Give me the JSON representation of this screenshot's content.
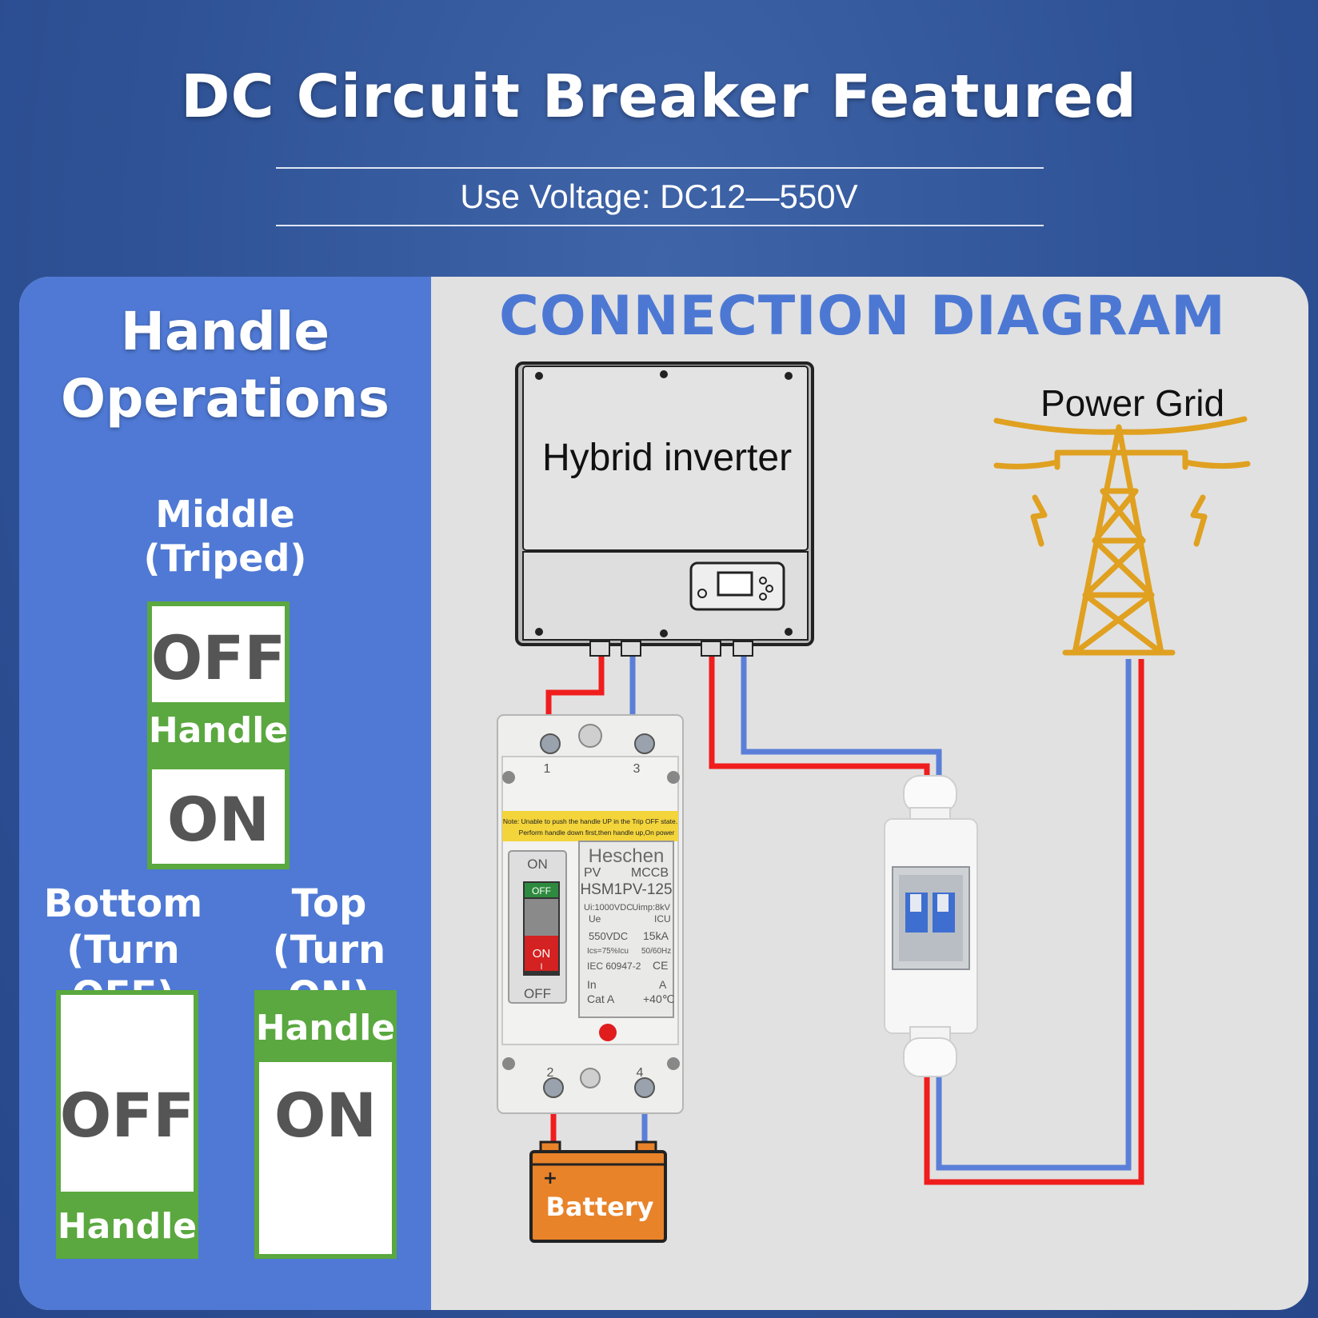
{
  "header": {
    "title": "DC Circuit Breaker Featured",
    "subtitle": "Use Voltage: DC12—550V"
  },
  "handle_panel": {
    "title_line1": "Handle",
    "title_line2": "Operations",
    "middle": {
      "label_line1": "Middle",
      "label_line2": "(Triped)",
      "top_word": "OFF",
      "handle": "Handle",
      "bottom_word": "ON"
    },
    "bottom": {
      "label_line1": "Bottom",
      "label_line2": "(Turn OFF)",
      "word": "OFF",
      "handle": "Handle"
    },
    "top": {
      "label_line1": "Top",
      "label_line2": "(Turn ON)",
      "handle": "Handle",
      "word": "ON"
    }
  },
  "diagram": {
    "title": "CONNECTION DIAGRAM",
    "inverter_label": "Hybrid inverter",
    "grid_label": "Power Grid",
    "battery_label": "Battery",
    "battery_plus": "+",
    "breaker": {
      "terminal_top_left": "1",
      "terminal_top_right": "3",
      "terminal_bottom_left": "2",
      "terminal_bottom_right": "4",
      "note_line1": "Note: Unable to push the handle UP in the Trip OFF state.",
      "note_line2": "Perform handle down first,then handle up,On power",
      "handle_on": "ON",
      "handle_off": "OFF",
      "toggle_off": "OFF",
      "toggle_on": "ON",
      "toggle_i": "I",
      "brand": "Heschen",
      "type_left": "PV",
      "type_right": "MCCB",
      "model": "HSM1PV-125",
      "spec_ui": "Ui:1000VDC",
      "spec_uimp": "Uimp:8kV",
      "spec_ue": "Ue",
      "spec_icu": "ICU",
      "spec_voltage": "550VDC",
      "spec_current": "15kA",
      "spec_ics": "Ics=75%Icu",
      "spec_freq": "50/60Hz",
      "spec_iec": "IEC 60947-2",
      "spec_ce": "CE",
      "spec_in": "In",
      "spec_a": "A",
      "spec_cat": "Cat  A",
      "spec_temp": "+40℃"
    },
    "colors": {
      "positive_wire": "#f01d1d",
      "negative_wire": "#5b7fd8",
      "tower": "#e0a020",
      "battery": "#e8832a"
    }
  }
}
